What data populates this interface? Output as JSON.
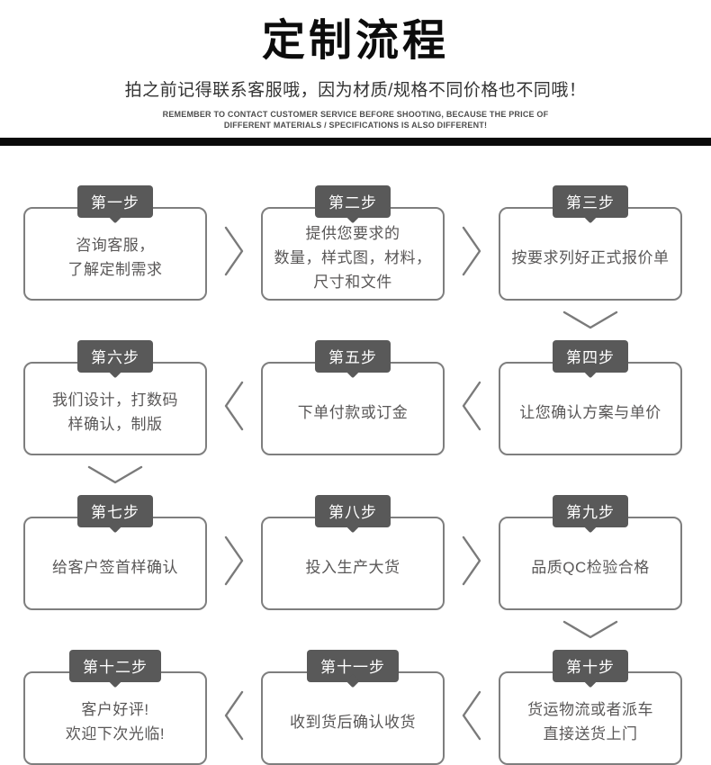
{
  "header": {
    "title": "定制流程",
    "subtitle": "拍之前记得联系客服哦，因为材质/规格不同价格也不同哦！",
    "subtitle_en_line1": "REMEMBER TO CONTACT CUSTOMER SERVICE BEFORE SHOOTING, BECAUSE THE PRICE OF",
    "subtitle_en_line2": "DIFFERENT MATERIALS / SPECIFICATIONS IS ALSO DIFFERENT!"
  },
  "colors": {
    "ribbon_bg": "#595959",
    "ribbon_text": "#ffffff",
    "box_border": "#7e7e7e",
    "box_text": "#595757",
    "arrow": "#7a7a7a",
    "divider": "#0a0a0a"
  },
  "flow": {
    "rows": [
      {
        "flow_direction": "left-to-right",
        "down_connector_after": "right-column",
        "steps": [
          {
            "label": "第一步",
            "lines": [
              "咨询客服，",
              "了解定制需求"
            ]
          },
          {
            "label": "第二步",
            "lines": [
              "提供您要求的",
              "数量，样式图，材料，",
              "尺寸和文件"
            ]
          },
          {
            "label": "第三步",
            "lines": [
              "按要求列好正式报价单"
            ]
          }
        ]
      },
      {
        "flow_direction": "right-to-left",
        "down_connector_after": "left-column",
        "steps": [
          {
            "label": "第六步",
            "lines": [
              "我们设计，打数码",
              "样确认，制版"
            ]
          },
          {
            "label": "第五步",
            "lines": [
              "下单付款或订金"
            ]
          },
          {
            "label": "第四步",
            "lines": [
              "让您确认方案与单价"
            ]
          }
        ]
      },
      {
        "flow_direction": "left-to-right",
        "down_connector_after": "right-column",
        "steps": [
          {
            "label": "第七步",
            "lines": [
              "给客户签首样确认"
            ]
          },
          {
            "label": "第八步",
            "lines": [
              "投入生产大货"
            ]
          },
          {
            "label": "第九步",
            "lines": [
              "品质QC检验合格"
            ]
          }
        ]
      },
      {
        "flow_direction": "right-to-left",
        "down_connector_after": null,
        "steps": [
          {
            "label": "第十二步",
            "lines": [
              "客户好评!",
              "欢迎下次光临!"
            ]
          },
          {
            "label": "第十一步",
            "lines": [
              "收到货后确认收货"
            ]
          },
          {
            "label": "第十步",
            "lines": [
              "货运物流或者派车",
              "直接送货上门"
            ]
          }
        ]
      }
    ]
  }
}
